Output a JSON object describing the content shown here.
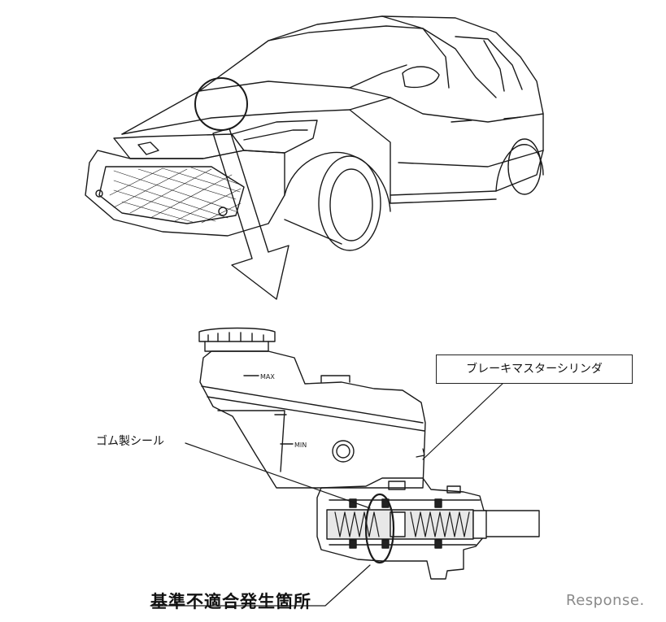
{
  "labels": {
    "master_cylinder": "ブレーキマスターシリンダ",
    "rubber_seal": "ゴム製シール",
    "defect_location": "基準不適合発生箇所"
  },
  "reservoir": {
    "max_mark": "MAX",
    "min_mark": "MIN"
  },
  "watermark": "Response."
}
